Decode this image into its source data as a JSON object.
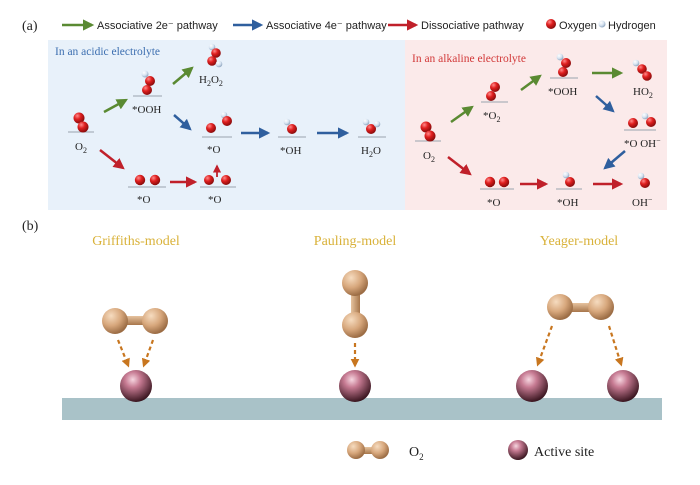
{
  "panels": {
    "a": "(a)",
    "b": "(b)"
  },
  "legend": {
    "assoc2e": "Associative 2e⁻ pathway",
    "assoc4e": "Associative 4e⁻ pathway",
    "dissoc": "Dissociative pathway",
    "oxygen": "Oxygen",
    "hydrogen": "Hydrogen"
  },
  "acidic": {
    "title": "In an acidic electrolyte",
    "o2": "O",
    "o2_sub": "2",
    "ooh": "*OOH",
    "h2o2": "H",
    "h2o2_sub1": "2",
    "h2o2_mid": "O",
    "h2o2_sub2": "2",
    "o_top": "*O",
    "oh": "*OH",
    "h2o": "H",
    "h2o_sub": "2",
    "h2o_end": "O",
    "o_bot1": "*O",
    "o_bot2": "*O"
  },
  "alkaline": {
    "title": "In an alkaline electrolyte",
    "o2": "O",
    "o2_sub": "2",
    "o2star": "*O",
    "o2star_sub": "2",
    "ooh": "*OOH",
    "ho2": "HO",
    "ho2_sub": "2",
    "o_oh": "*O OH",
    "o_oh_sup": "−",
    "o_bot": "*O",
    "oh_bot": "*OH",
    "oh_minus": "OH",
    "oh_minus_sup": "−"
  },
  "models": {
    "griffiths": "Griffiths-model",
    "pauling": "Pauling-model",
    "yeager": "Yeager-model"
  },
  "bottom_legend": {
    "o2": "O",
    "o2_sub": "2",
    "active_site": "Active site"
  },
  "colors": {
    "green": "#5a8a32",
    "blue": "#2f5f9e",
    "red": "#c0202a",
    "oxygen": "#d81e1e",
    "hydrogen": "#c8d8ec",
    "acidic_bg": "#e8f1fa",
    "alkaline_bg": "#fbeaea",
    "acidic_title": "#3d6fb0",
    "alkaline_title": "#d23a3a",
    "model_title": "#d9b23a",
    "surface": "#a9c2c8",
    "dashed_arrow": "#c8761f"
  }
}
